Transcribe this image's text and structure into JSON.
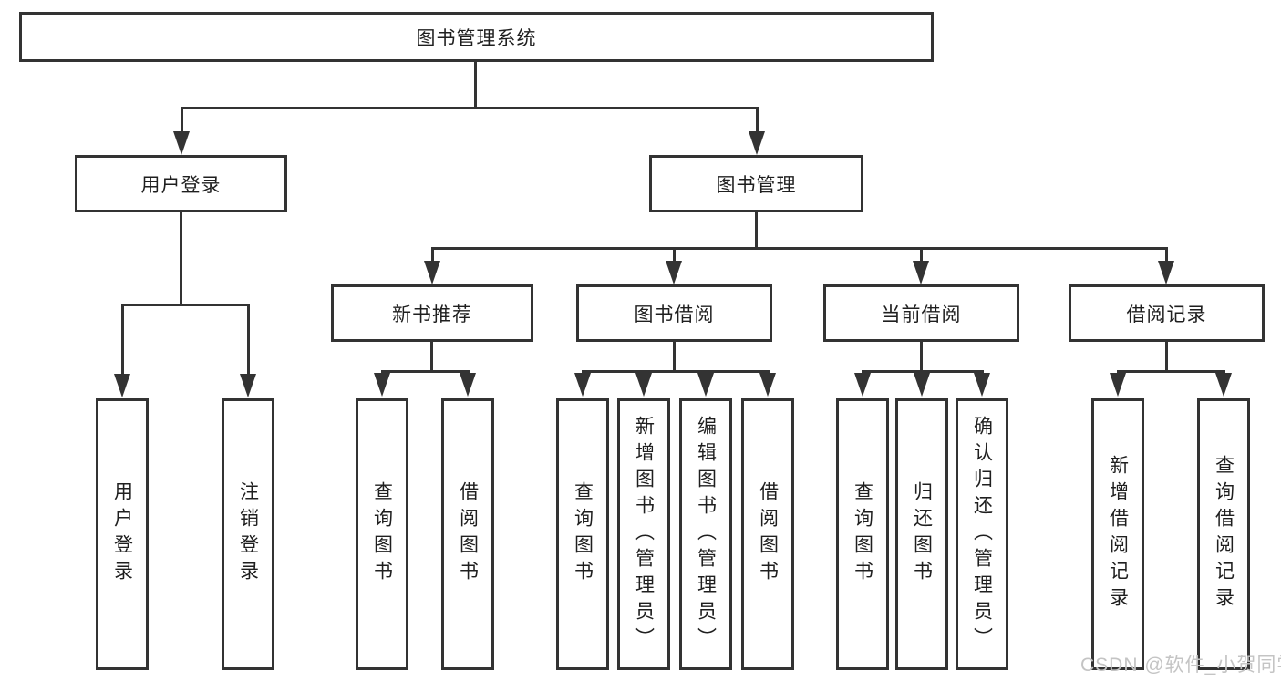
{
  "tree": {
    "root": {
      "label": "图书管理系统"
    },
    "groups": [
      {
        "label": "用户登录",
        "children": [
          {
            "label": "用户登录"
          },
          {
            "label": "注销登录"
          }
        ]
      },
      {
        "label": "图书管理",
        "sections": [
          {
            "label": "新书推荐",
            "children": [
              {
                "label": "查询图书"
              },
              {
                "label": "借阅图书"
              }
            ]
          },
          {
            "label": "图书借阅",
            "children": [
              {
                "label": "查询图书"
              },
              {
                "label": "新增图书（管理员）"
              },
              {
                "label": "编辑图书（管理员）"
              },
              {
                "label": "借阅图书"
              }
            ]
          },
          {
            "label": "当前借阅",
            "children": [
              {
                "label": "查询图书"
              },
              {
                "label": "归还图书"
              },
              {
                "label": "确认归还（管理员）"
              }
            ]
          },
          {
            "label": "借阅记录",
            "children": [
              {
                "label": "新增借阅记录"
              },
              {
                "label": "查询借阅记录"
              }
            ]
          }
        ]
      }
    ]
  },
  "watermark": {
    "text": "CSDN @软件_小贺同学"
  },
  "colors": {
    "line": "#333333",
    "box_border": "#333333",
    "text": "#1f1f1f",
    "background": "#ffffff",
    "watermark": "#c4c4c4"
  }
}
